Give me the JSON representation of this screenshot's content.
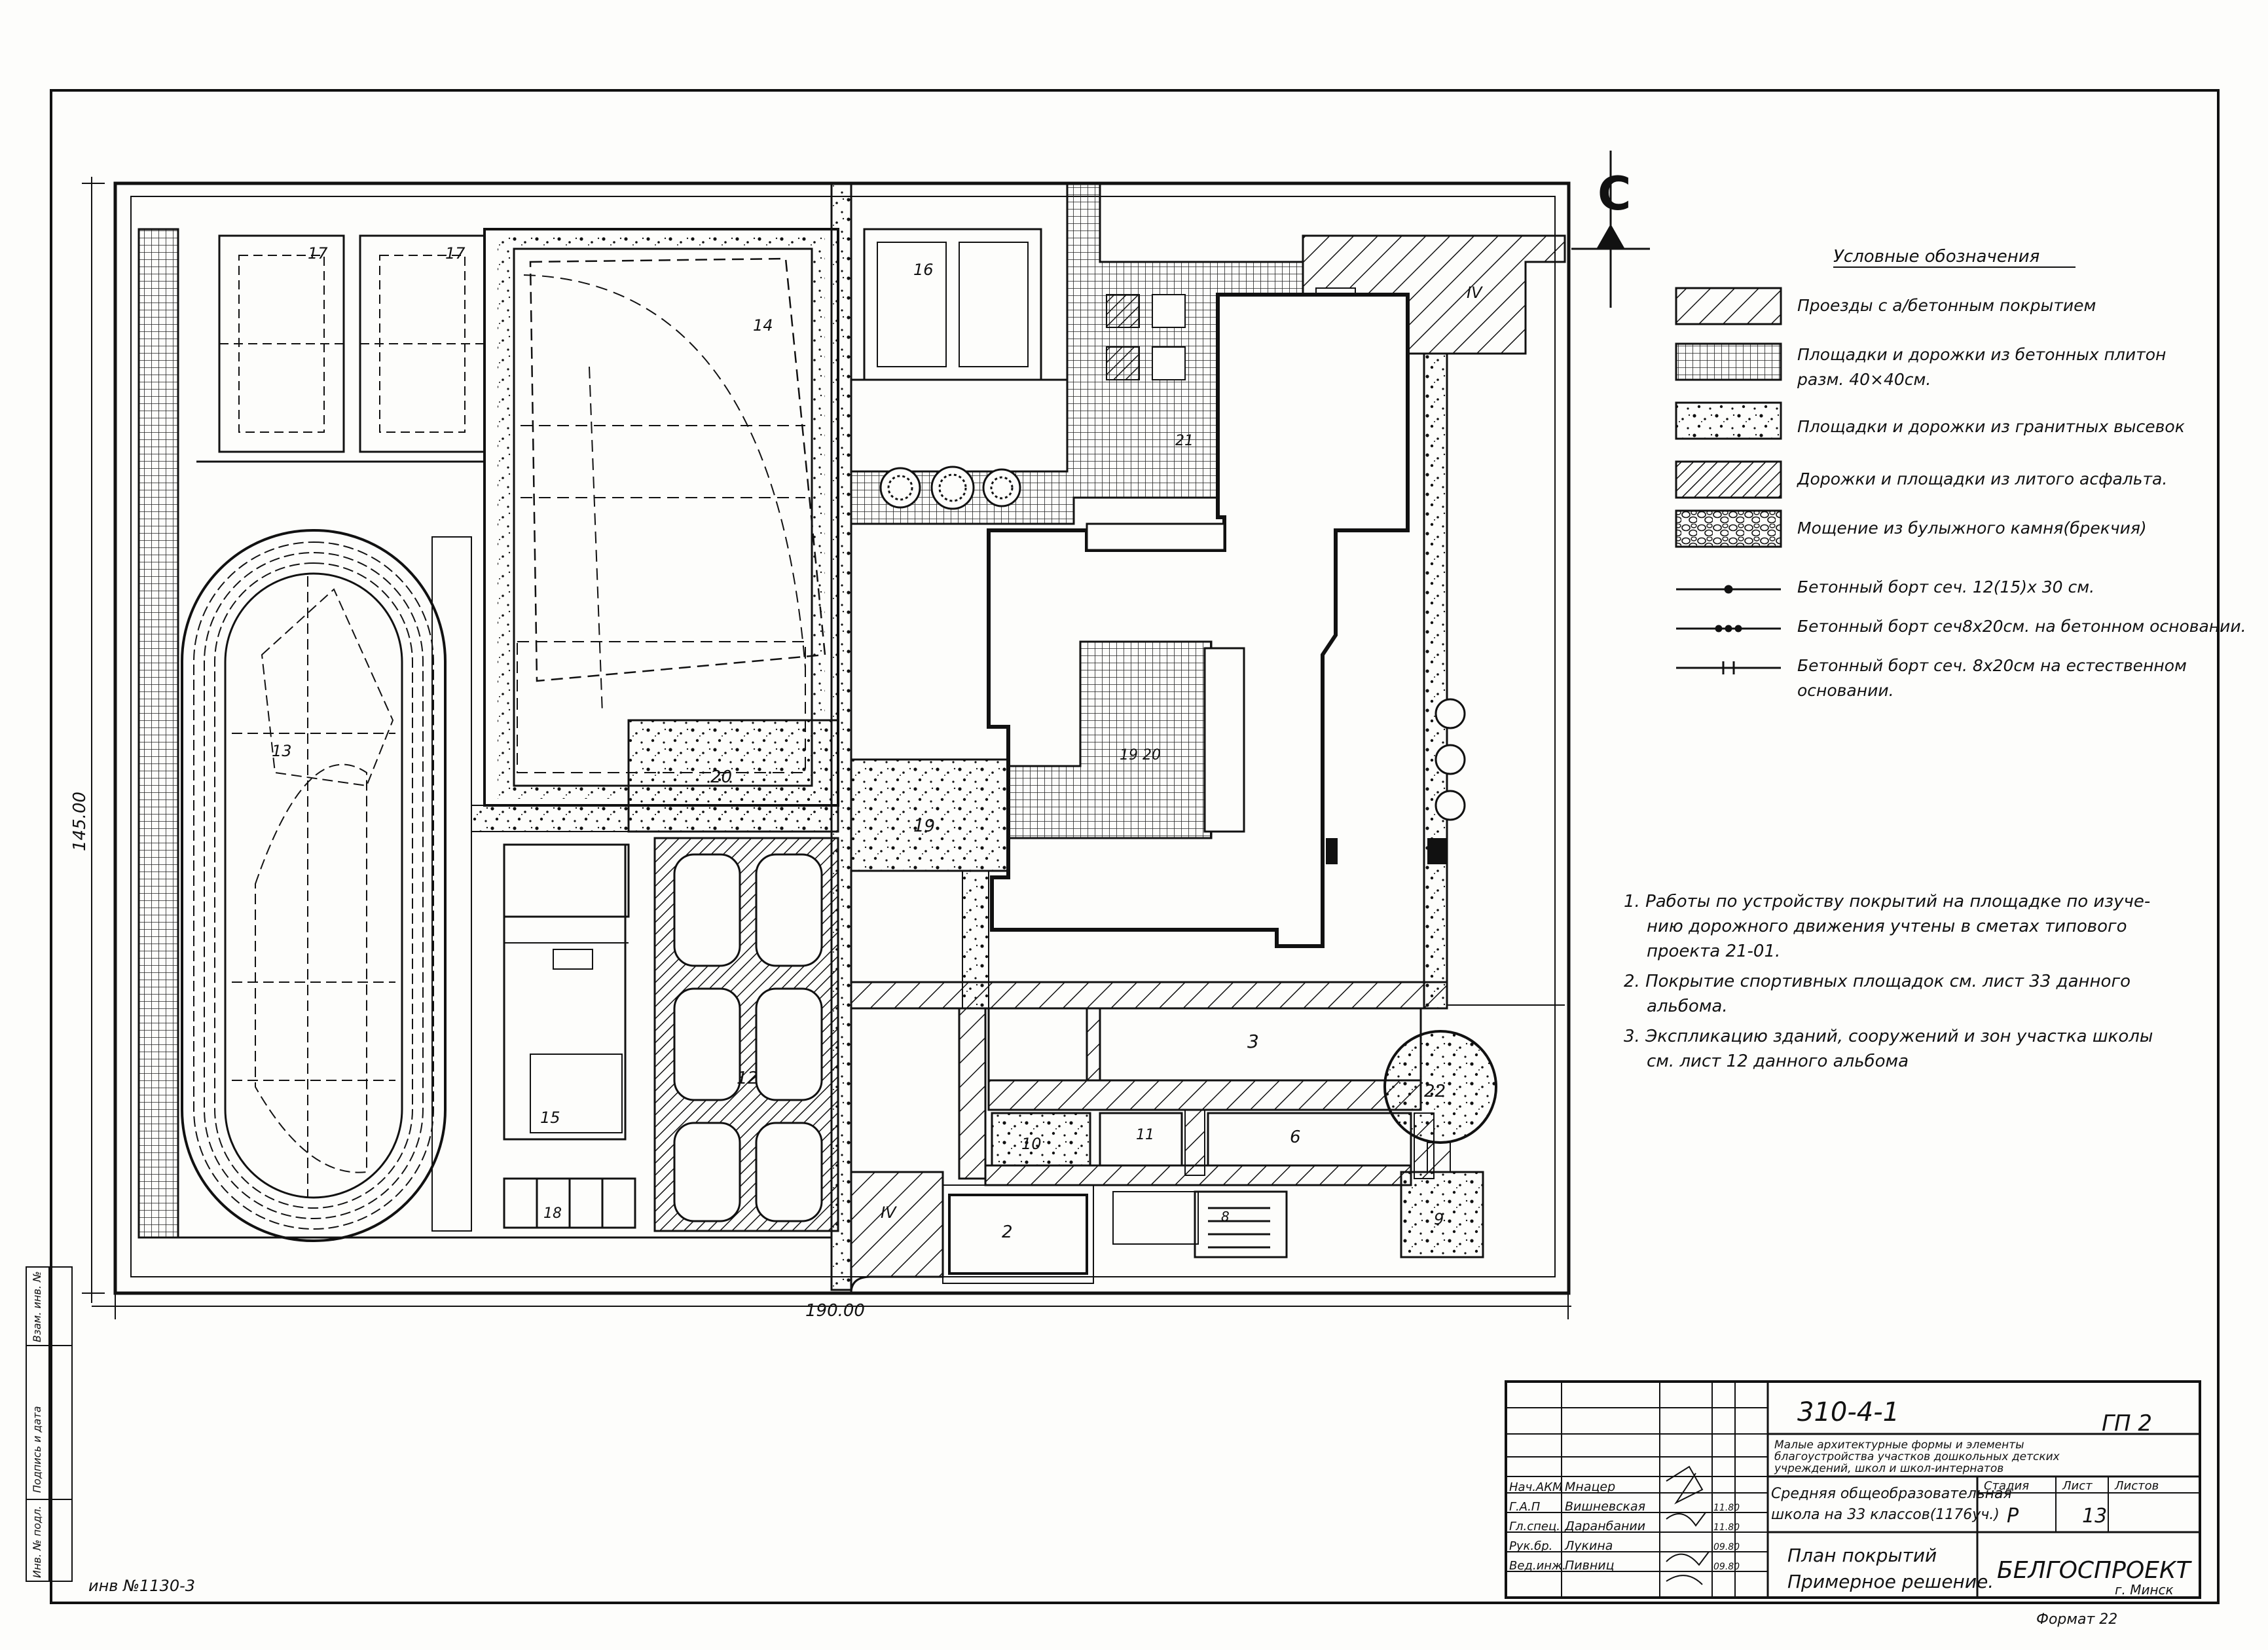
{
  "drawing": {
    "dimensions": {
      "width_label": "190.00",
      "height_label": "145.00"
    },
    "north_symbol": "С",
    "inventory_number": "инв №1130-3",
    "format_label": "Формат 22",
    "site_labels": [
      {
        "id": "17a",
        "text": "17"
      },
      {
        "id": "17b",
        "text": "17"
      },
      {
        "id": "14",
        "text": "14"
      },
      {
        "id": "16",
        "text": "16"
      },
      {
        "id": "21",
        "text": "21"
      },
      {
        "id": "IVtop",
        "text": "IV"
      },
      {
        "id": "13",
        "text": "13"
      },
      {
        "id": "20",
        "text": "20"
      },
      {
        "id": "19",
        "text": "19"
      },
      {
        "id": "1920",
        "text": "19 20"
      },
      {
        "id": "15",
        "text": "15"
      },
      {
        "id": "18",
        "text": "18"
      },
      {
        "id": "12",
        "text": "12"
      },
      {
        "id": "IVbot",
        "text": "IV"
      },
      {
        "id": "2",
        "text": "2"
      },
      {
        "id": "3",
        "text": "3"
      },
      {
        "id": "10",
        "text": "10"
      },
      {
        "id": "11",
        "text": "11"
      },
      {
        "id": "6",
        "text": "6"
      },
      {
        "id": "22",
        "text": "22"
      },
      {
        "id": "8",
        "text": "8"
      },
      {
        "id": "9",
        "text": "9"
      }
    ]
  },
  "legend": {
    "title": "Условные обозначения",
    "items": [
      {
        "pattern": "diag-sparse",
        "text": [
          "Проезды с а/бетонным покрытием"
        ]
      },
      {
        "pattern": "grid",
        "text": [
          "Площадки и дорожки из бетонных плитон",
          "разм. 40×40см."
        ]
      },
      {
        "pattern": "dots",
        "text": [
          "Площадки и дорожки из гранитных высевок"
        ]
      },
      {
        "pattern": "diag-dense",
        "text": [
          "Дорожки и площадки из литого асфальта."
        ]
      },
      {
        "pattern": "cobble",
        "text": [
          "Мощение из булыжного камня(брекчия)"
        ]
      },
      {
        "pattern": "line-a",
        "text": [
          "Бетонный борт сеч. 12(15)х 30 см."
        ]
      },
      {
        "pattern": "line-b",
        "text": [
          "Бетонный борт сеч8х20см. на бетонном основании."
        ]
      },
      {
        "pattern": "line-c",
        "text": [
          "Бетонный борт сеч. 8х20см на естественном",
          "основании."
        ]
      }
    ]
  },
  "notes": [
    [
      "1. Работы по устройству покрытий на площадке по изуче-",
      "нию дорожного движения учтены в сметах типового",
      "проекта 21-01."
    ],
    [
      "2. Покрытие спортивных площадок см. лист 33 данного",
      "альбома."
    ],
    [
      "3. Экспликацию зданий, сооружений и зон участка школы",
      "см. лист 12 данного альбома"
    ]
  ],
  "stamp": {
    "code": "310-4-1",
    "sheet_code": "ГП 2",
    "album_title": [
      "Малые архитектурные формы и элементы",
      "благоустройства участков дошкольных детских",
      "учреждений, школ и школ-интернатов"
    ],
    "object": [
      "Средняя общеобразовательная",
      "школа на 33 классов(1176уч.)"
    ],
    "drawing_title": [
      "План покрытий",
      "Примерное решение."
    ],
    "stage_header": [
      "Стадия",
      "Лист",
      "Листов"
    ],
    "stage": "Р",
    "sheet": "13",
    "organization": "БЕЛГОСПРОЕКТ",
    "city": "г. Минск",
    "roles": [
      {
        "role": "Нач.АКМ",
        "name": "Мнацер",
        "date": ""
      },
      {
        "role": "Г.А.П",
        "name": "Вишневская",
        "date": "11.80"
      },
      {
        "role": "Гл.спец.",
        "name": "Даранбании",
        "date": "11.80"
      },
      {
        "role": "Рук.бр.",
        "name": "Лукина",
        "date": "09.80"
      },
      {
        "role": "Вед.инж.",
        "name": "Пивниц",
        "date": "09.80"
      }
    ]
  },
  "side_stamp": [
    "Взам. инв. №",
    "Подпись и дата",
    "Инв. № подл."
  ]
}
